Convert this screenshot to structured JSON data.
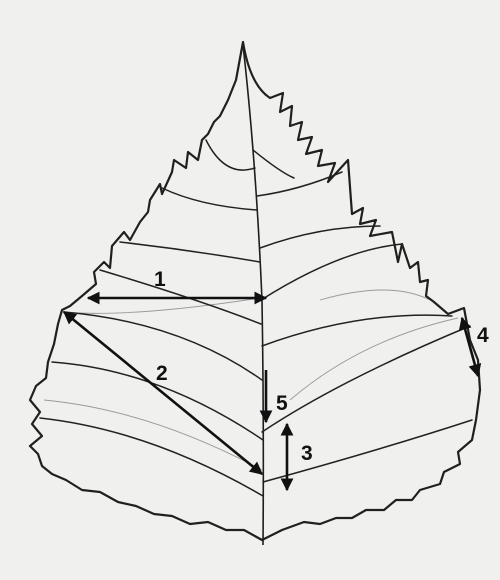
{
  "measurement_labels": {
    "m1": "1",
    "m2": "2",
    "m3": "3",
    "m4": "4",
    "m5": "5"
  }
}
